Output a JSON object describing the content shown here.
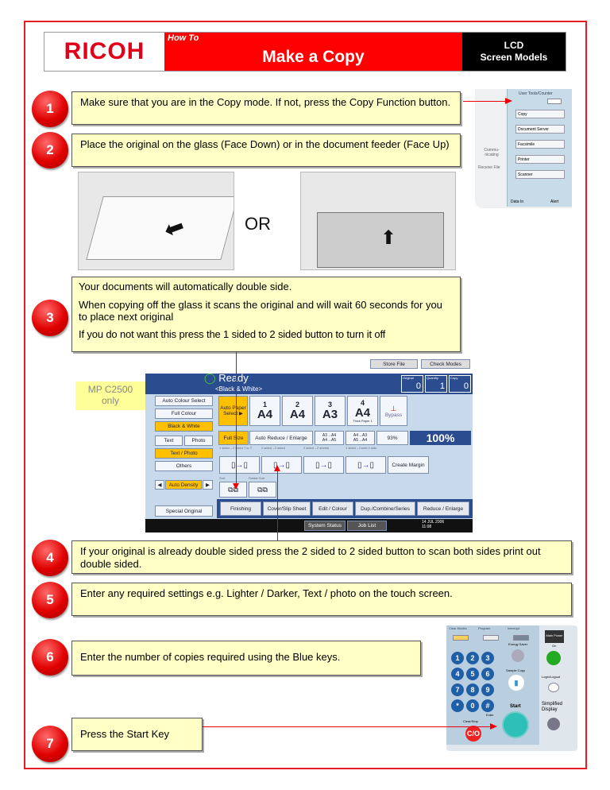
{
  "header": {
    "logo": "RICOH",
    "kicker": "How To",
    "title": "Make a Copy",
    "badge_line1": "LCD",
    "badge_line2": "Screen Models"
  },
  "steps": [
    {
      "n": "1",
      "text": "Make sure that you are in the Copy mode. If not, press the Copy Function button."
    },
    {
      "n": "2",
      "text": "Place the original on the glass (Face Down) or in the document feeder (Face Up)"
    },
    {
      "n": "3",
      "lines": [
        "Your documents will automatically double side.",
        "When copying off the glass it scans the original and will wait 60 seconds for you to place next original",
        "If you do not want this press the 1 sided to 2 sided button to turn it off"
      ]
    },
    {
      "n": "4",
      "text": "If your original is already double sided press the 2 sided to 2 sided button to scan both sides print out double sided."
    },
    {
      "n": "5",
      "text": "Enter any required settings e.g. Lighter / Darker, Text / photo on the touch screen."
    },
    {
      "n": "6",
      "text": "Enter the number of copies required using the Blue keys."
    },
    {
      "n": "7",
      "text": "Press the Start Key"
    }
  ],
  "or_label": "OR",
  "model_note": "MP C2500 only",
  "side_panel": {
    "top": "User Tools/Counter",
    "items": [
      "Copy",
      "Document Server",
      "Facsimile",
      "Printer",
      "Scanner"
    ],
    "left": [
      "Commu-nicating",
      "Receive File"
    ],
    "bottom": [
      "Data In",
      "Alert"
    ]
  },
  "lcd": {
    "store_file": "Store File",
    "check_modes": "Check Modes",
    "status": "Ready",
    "mode": "<Black & White>",
    "counters": [
      {
        "label": "Original",
        "value": "0"
      },
      {
        "label": "Quantity",
        "value": "1"
      },
      {
        "label": "Copy",
        "value": "0"
      }
    ],
    "colour": [
      "Auto Colour Select",
      "Full Colour",
      "Black & White"
    ],
    "text": "Text",
    "photo": "Photo",
    "text_photo": "Text / Photo",
    "others": "Others",
    "density": "Auto Density",
    "special": "Special Original",
    "paper_auto": "Auto Paper Select ▶",
    "trays": [
      {
        "n": "1",
        "size": "A4"
      },
      {
        "n": "2",
        "size": "A4"
      },
      {
        "n": "3",
        "size": "A3"
      },
      {
        "n": "4",
        "size": "A4",
        "note": "Thick Paper 1"
      }
    ],
    "bypass": "Bypass",
    "full_size": "Full Size",
    "auto_reduce": "Auto Reduce / Enlarge",
    "r1": "A3→A4 A4→A5",
    "r2": "A4→A3 A5→A4",
    "pct93": "93%",
    "zoom": "100%",
    "duplex_labels": [
      "1 sided→2 sided T to T",
      "2 sided→2 sided",
      "2 sided→2 sheets",
      "1 sided→Comb 2 side"
    ],
    "create_margin": "Create Margin",
    "sort": "Sort",
    "rotate_sort": "Rotate Sort",
    "tabs": [
      "Finishing",
      "Cover/Slip Sheet",
      "Edit / Colour",
      "Dup./Combine/Series",
      "Reduce / Enlarge"
    ],
    "system_status": "System Status",
    "job_list": "Job List",
    "date": "14 JUL 2006",
    "time": "11:08"
  },
  "keypad": {
    "top": [
      "Clear Modes",
      "Program",
      "Interrupt"
    ],
    "keys": [
      "1",
      "2",
      "3",
      "4",
      "5",
      "6",
      "7",
      "8",
      "9",
      "*",
      "0",
      "#"
    ],
    "energy": "Energy Saver",
    "sample": "Sample Copy",
    "enter": "Enter",
    "clear_stop": "Clear/Stop",
    "cs": "C/O",
    "start": "Start",
    "main_power": "Main Power",
    "on": "On",
    "login": "Login/Logout",
    "simplified": "Simplified Display"
  },
  "colors": {
    "accent": "#ff0000",
    "box": "#ffffc6",
    "lcd_blue": "#2b4d8f",
    "highlight": "#ffc000"
  }
}
